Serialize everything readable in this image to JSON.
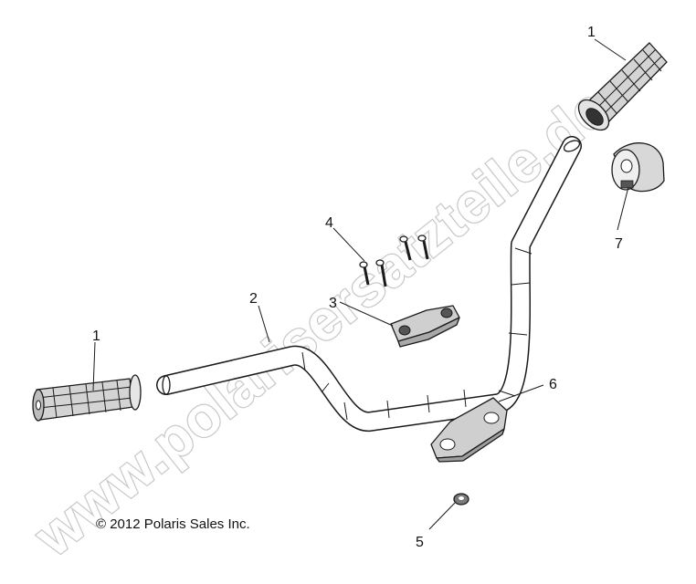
{
  "callouts": {
    "grip_left": "1",
    "grip_right": "1",
    "handlebar": "2",
    "clamp_upper": "3",
    "bolts": "4",
    "nut": "5",
    "clamp_lower": "6",
    "pad": "7"
  },
  "copyright": "© 2012 Polaris Sales Inc.",
  "watermark": "www.polarisersatzteile.de"
}
